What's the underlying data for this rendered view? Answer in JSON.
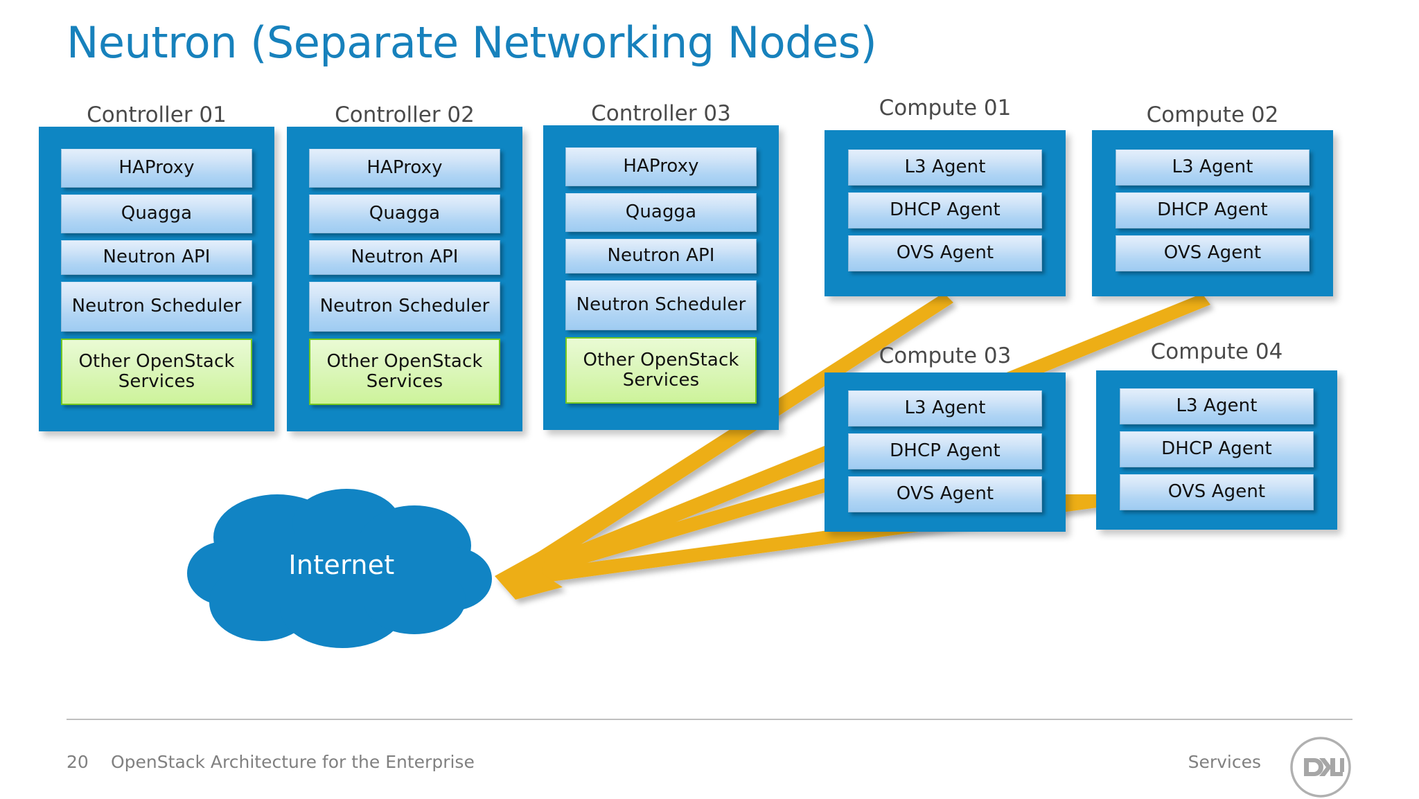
{
  "slide": {
    "title": "Neutron (Separate Networking Nodes)",
    "title_color": "#1781BC",
    "background": "#FFFFFF"
  },
  "colors": {
    "node_container": "#0E86C3",
    "service_box_top": "#E4EFFB",
    "service_box_bottom": "#9FCCF2",
    "green_box_border": "#74C720",
    "green_box_fill": "#CDF39A",
    "arrow": "#EDAE19",
    "cloud": "#1184C4",
    "footer_text": "#808080"
  },
  "nodes": [
    {
      "caption": "Controller 01",
      "services": [
        {
          "label": "HAProxy",
          "style": "blue"
        },
        {
          "label": "Quagga",
          "style": "blue"
        },
        {
          "label": "Neutron API",
          "style": "blue"
        },
        {
          "label": "Neutron Scheduler",
          "style": "blue"
        },
        {
          "label": "Other OpenStack Services",
          "style": "green"
        }
      ]
    },
    {
      "caption": "Controller 02",
      "services": [
        {
          "label": "HAProxy",
          "style": "blue"
        },
        {
          "label": "Quagga",
          "style": "blue"
        },
        {
          "label": "Neutron API",
          "style": "blue"
        },
        {
          "label": "Neutron Scheduler",
          "style": "blue"
        },
        {
          "label": "Other OpenStack Services",
          "style": "green"
        }
      ]
    },
    {
      "caption": "Controller 03",
      "services": [
        {
          "label": "HAProxy",
          "style": "blue"
        },
        {
          "label": "Quagga",
          "style": "blue"
        },
        {
          "label": "Neutron API",
          "style": "blue"
        },
        {
          "label": "Neutron Scheduler",
          "style": "blue"
        },
        {
          "label": "Other OpenStack Services",
          "style": "green"
        }
      ]
    },
    {
      "caption": "Compute 01",
      "services": [
        {
          "label": "L3 Agent",
          "style": "blue"
        },
        {
          "label": "DHCP Agent",
          "style": "blue"
        },
        {
          "label": "OVS Agent",
          "style": "blue"
        }
      ]
    },
    {
      "caption": "Compute 02",
      "services": [
        {
          "label": "L3 Agent",
          "style": "blue"
        },
        {
          "label": "DHCP Agent",
          "style": "blue"
        },
        {
          "label": "OVS Agent",
          "style": "blue"
        }
      ]
    },
    {
      "caption": "Compute 03",
      "services": [
        {
          "label": "L3 Agent",
          "style": "blue"
        },
        {
          "label": "DHCP Agent",
          "style": "blue"
        },
        {
          "label": "OVS Agent",
          "style": "blue"
        }
      ]
    },
    {
      "caption": "Compute 04",
      "services": [
        {
          "label": "L3 Agent",
          "style": "blue"
        },
        {
          "label": "DHCP Agent",
          "style": "blue"
        },
        {
          "label": "OVS Agent",
          "style": "blue"
        }
      ]
    }
  ],
  "cloud": {
    "label": "Internet"
  },
  "connections": [
    {
      "from": "Compute 01",
      "to": "Internet"
    },
    {
      "from": "Compute 02",
      "to": "Internet"
    },
    {
      "from": "Compute 03",
      "to": "Internet"
    },
    {
      "from": "Compute 04",
      "to": "Internet"
    }
  ],
  "footer": {
    "page_number": "20",
    "subject": "OpenStack Architecture for the Enterprise",
    "services_label": "Services",
    "logo_text": "DELL"
  }
}
